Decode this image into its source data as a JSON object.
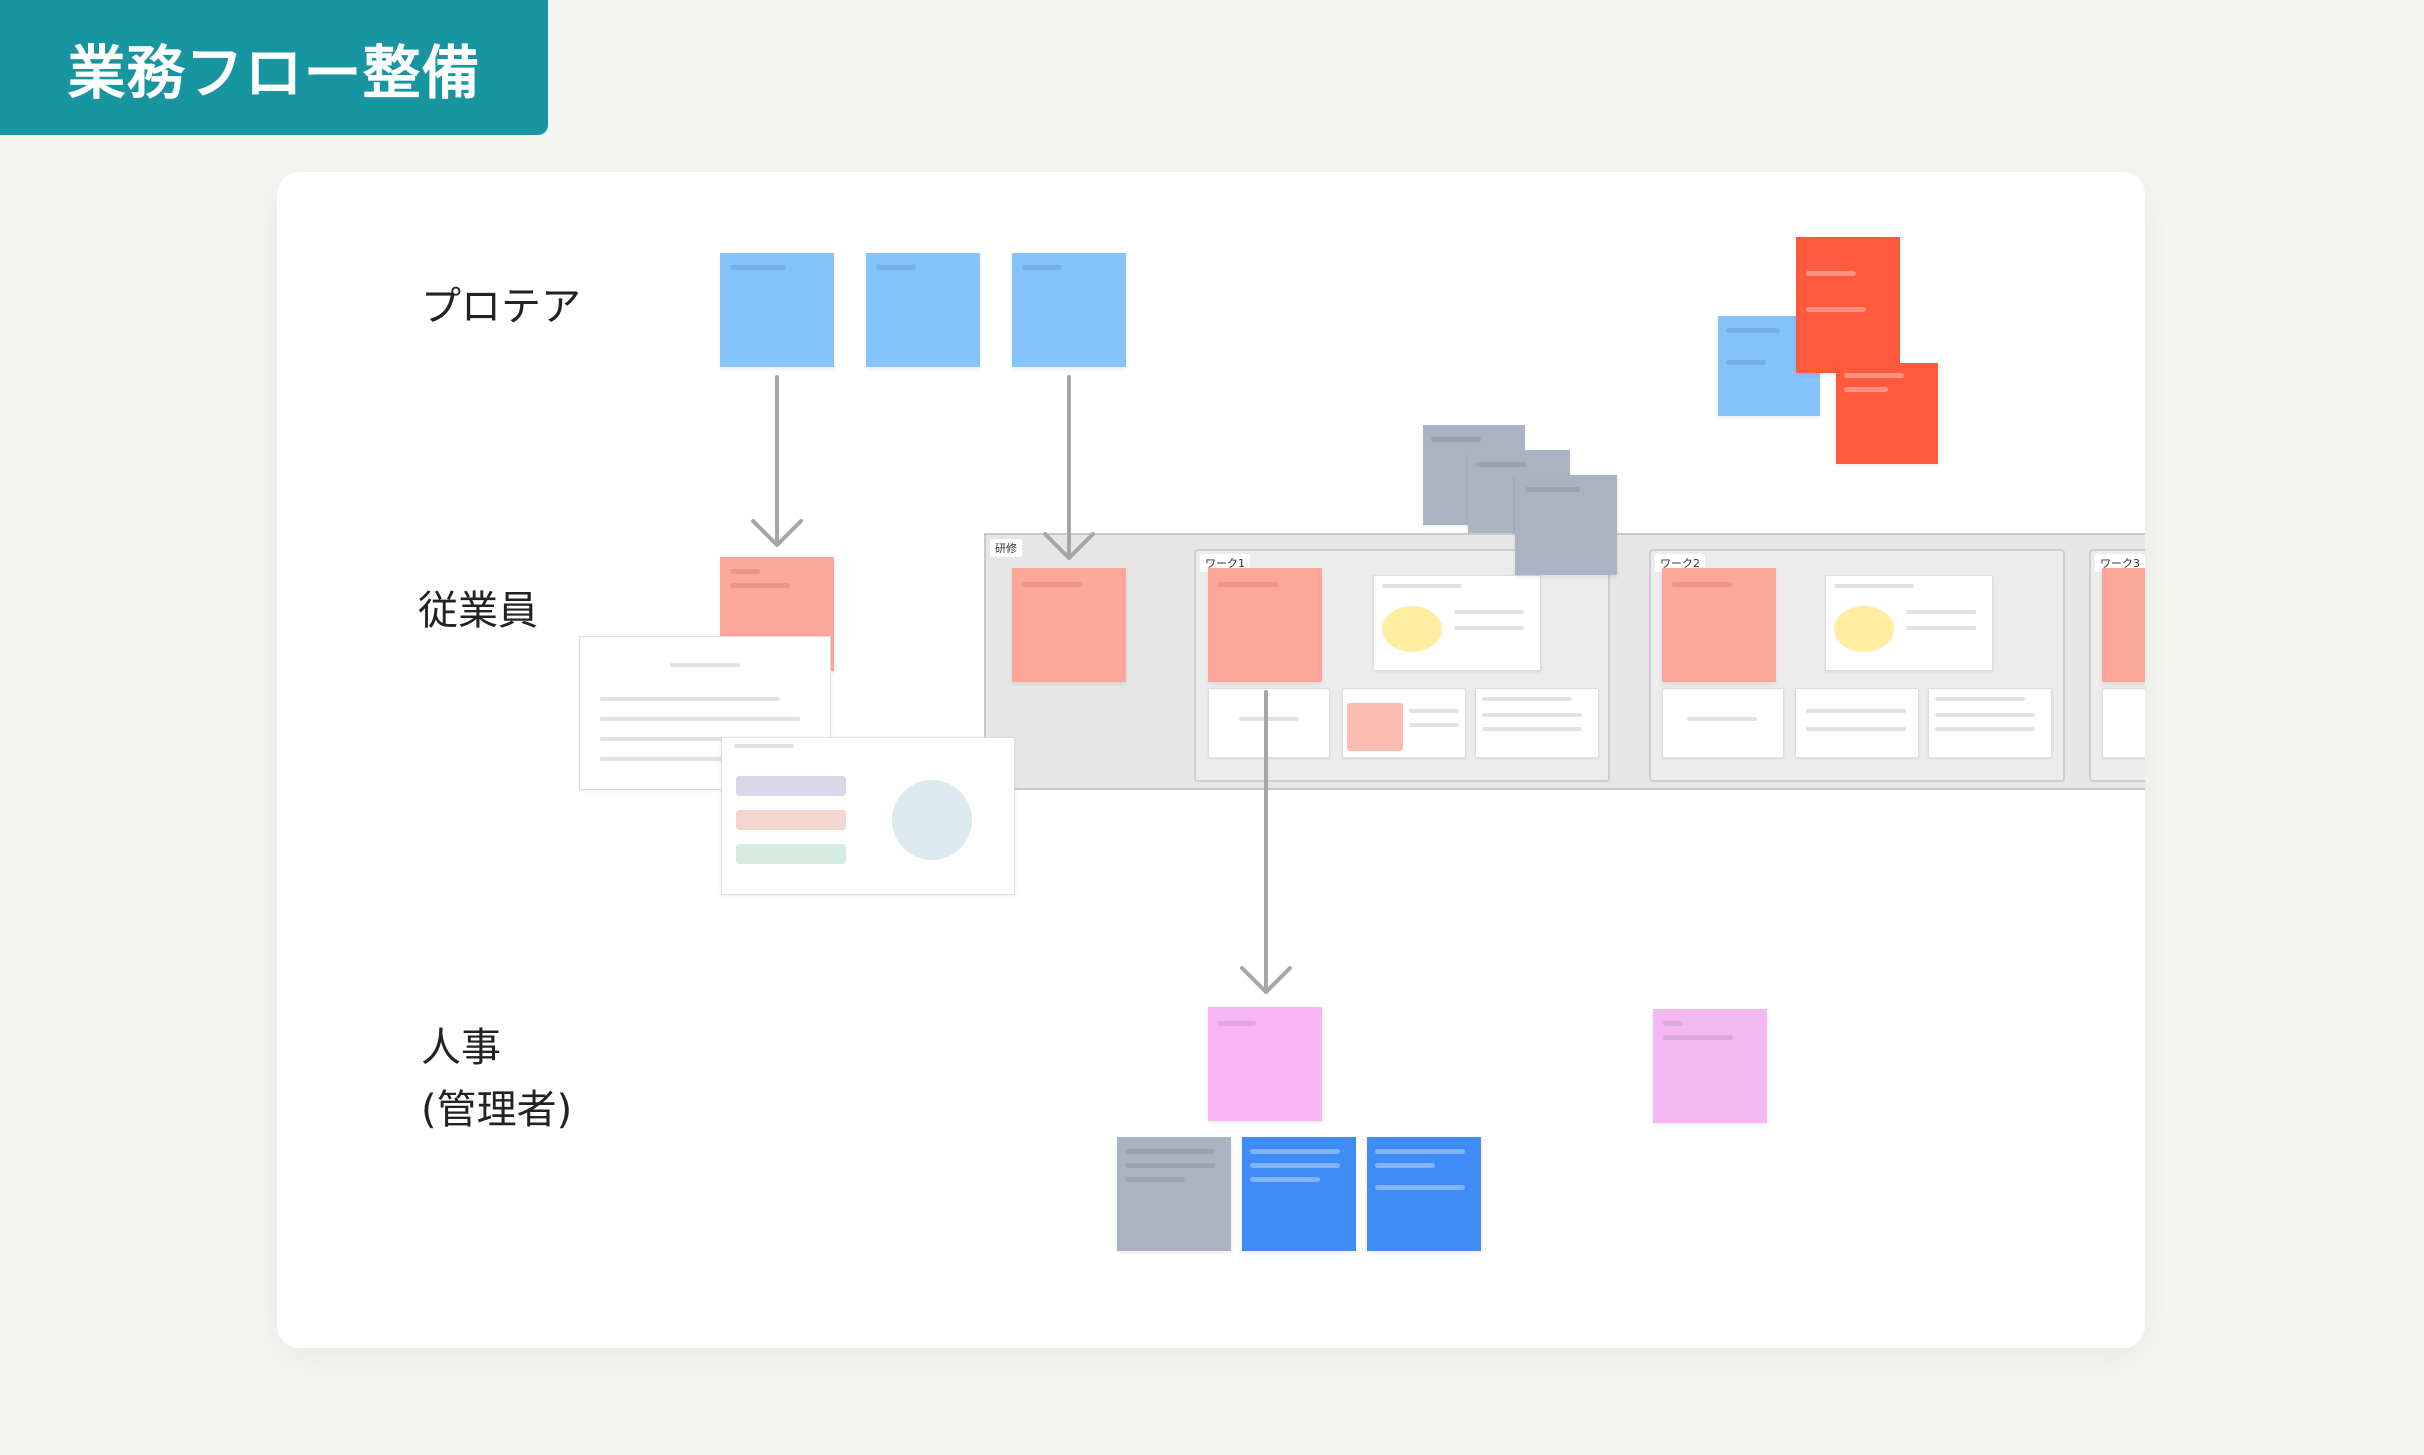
{
  "header": {
    "title": "業務フロー整備"
  },
  "lanes": [
    {
      "label": "プロテア"
    },
    {
      "label": "従業員"
    },
    {
      "label": "人事\n(管理者)"
    }
  ],
  "frames": {
    "main": {
      "label": "研修"
    },
    "work1": {
      "label": "ワーク1"
    },
    "work2": {
      "label": "ワーク2"
    },
    "work3": {
      "label": "ワーク3"
    }
  },
  "colors": {
    "accent": "#1795a0",
    "sticky_blue": "#84c4fb",
    "sticky_salmon": "#fca797",
    "sticky_red": "#ff5a3d",
    "sticky_gray": "#aab3c4",
    "sticky_pink": "#f7b6f3",
    "sticky_royal": "#3f8cf7",
    "arrow": "#a6a6a6"
  }
}
